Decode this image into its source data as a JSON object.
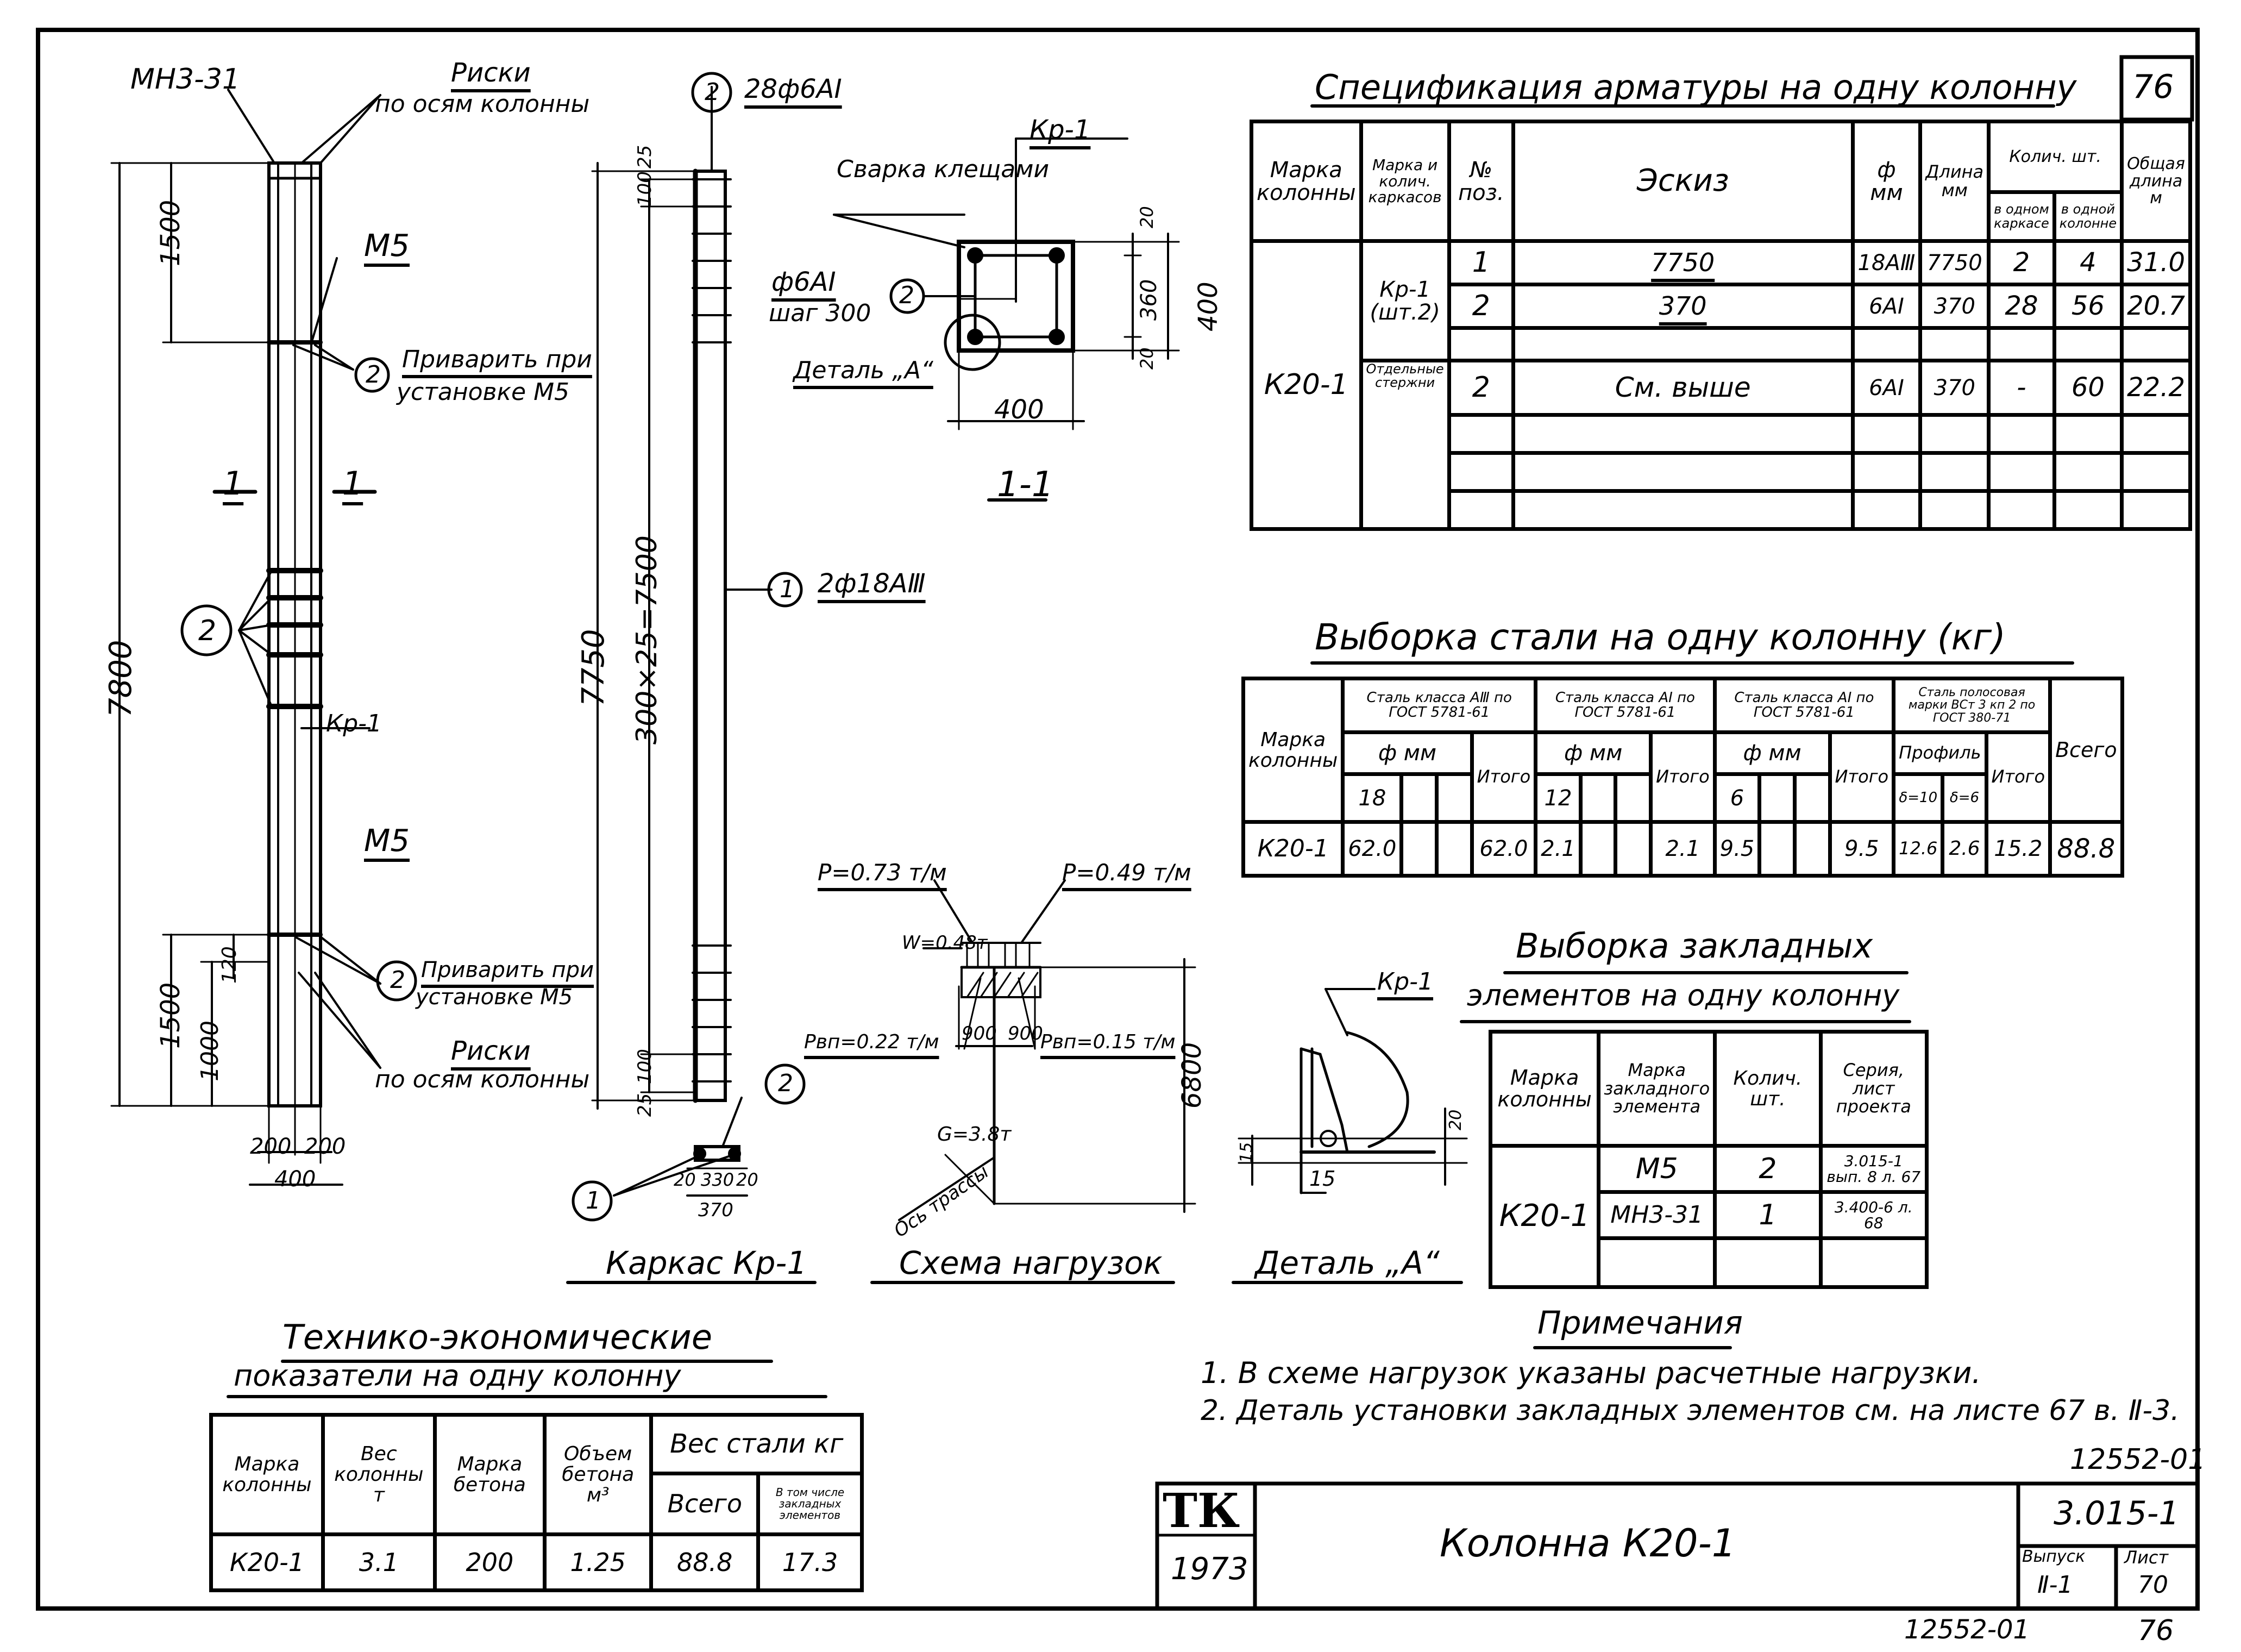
{
  "sheet": {
    "corner_number": "76",
    "bottom_code": "12552-01",
    "bottom_page": "76",
    "right_code": "12552-01"
  },
  "spec_table": {
    "title": "Спецификация арматуры на одну колонну",
    "headers": {
      "mark": "Марка колонны",
      "cage": "Марка и колич. каркасов",
      "pos": "№ поз.",
      "sketch": "Эскиз",
      "dia": "ф мм",
      "length": "Длина мм",
      "qty": "Колич. шт.",
      "qty_cage": "в одном каркасе",
      "qty_col": "в одной колонне",
      "total_len": "Общая длина м"
    },
    "column_mark": "К20-1",
    "cage_mark": "Кр-1 (шт.2)",
    "separate": "Отдельные стержни",
    "rows": [
      {
        "pos": "1",
        "sketch": "7750",
        "dia": "18АⅢ",
        "length": "7750",
        "q1": "2",
        "q2": "4",
        "total": "31.0"
      },
      {
        "pos": "2",
        "sketch": "370",
        "dia": "6АⅠ",
        "length": "370",
        "q1": "28",
        "q2": "56",
        "total": "20.7"
      },
      {
        "pos": "2",
        "sketch": "См. выше",
        "dia": "6АⅠ",
        "length": "370",
        "q1": "-",
        "q2": "60",
        "total": "22.2"
      }
    ]
  },
  "steel_table": {
    "title": "Выборка стали на одну колонну (кг)",
    "mark": "Марка колонны",
    "g1": "Сталь класса АⅢ по ГОСТ 5781-61",
    "g2": "Сталь класса АⅠ по ГОСТ 5781-61",
    "g3": "Сталь класса АⅠ по ГОСТ 5781-61",
    "g4": "Сталь полосовая марки ВСт 3 кп 2 по ГОСТ 380-71",
    "dia": "ф мм",
    "profile": "Профиль",
    "itogo": "Итого",
    "vsego": "Всего",
    "d1": "18",
    "d2": "12",
    "d3": "6",
    "p1": "δ=10",
    "p2": "δ=6",
    "row": {
      "mark": "К20-1",
      "v18": "62.0",
      "t1": "62.0",
      "v12": "2.1",
      "t2": "2.1",
      "v6": "9.5",
      "t3": "9.5",
      "p1": "12.6",
      "p2": "2.6",
      "t4": "15.2",
      "all": "88.8"
    }
  },
  "embed_table": {
    "title1": "Выборка закладных",
    "title2": "элементов на одну колонну",
    "h_mark": "Марка колонны",
    "h_el": "Марка закладного элемента",
    "h_qty": "Колич. шт.",
    "h_series": "Серия, лист проекта",
    "mark": "К20-1",
    "rows": [
      {
        "el": "М5",
        "qty": "2",
        "series": "3.015-1 вып. 8 л. 67"
      },
      {
        "el": "МН3-31",
        "qty": "1",
        "series": "3.400-6 л. 68"
      }
    ]
  },
  "tech_table": {
    "title1": "Технико-экономические",
    "title2": "показатели на одну колонну",
    "h": [
      "Марка колонны",
      "Вес колонны т",
      "Марка бетона",
      "Объем бетона м³",
      "Вес стали кг",
      "Всего",
      "В том числе закладных элементов"
    ],
    "row": [
      "К20-1",
      "3.1",
      "200",
      "1.25",
      "88.8",
      "17.3"
    ]
  },
  "notes": {
    "title": "Примечания",
    "items": [
      "1. В схеме нагрузок указаны расчетные нагрузки.",
      "2. Деталь установки закладных элементов см. на листе 67 в. Ⅱ-3."
    ]
  },
  "title_block": {
    "logo": "ТК",
    "year": "1973",
    "name": "Колонна К20-1",
    "series": "3.015-1",
    "issue_label": "Выпуск",
    "issue": "Ⅱ-1",
    "sheet_label": "Лист",
    "sheet": "70"
  },
  "drawing": {
    "col_labels": {
      "mn": "МН3-31",
      "marks_top": "Риски",
      "marks_top2": "по осям колонны",
      "m5_top": "М5",
      "weld1": "Приварить при",
      "weld1b": "установке М5",
      "sec1": "1",
      "sec2": "1",
      "h7800": "7800",
      "h1500t": "1500",
      "h1500b": "1500",
      "h1000": "1000",
      "h120": "120",
      "kp": "Кр-1",
      "m5_mid": "М5",
      "weld2": "Приварить при",
      "weld2b": "установке М5",
      "marks_bot": "Риски",
      "marks_bot2": "по осям колонны",
      "w200a": "200",
      "w200b": "200",
      "w400": "400",
      "callout": "2"
    },
    "cage": {
      "top": "28ф6АⅠ",
      "mid": "2ф18АⅢ",
      "h7750": "7750",
      "step": "300×25=7500",
      "d25t": "25",
      "d100t": "100",
      "d100b": "100",
      "d25b": "25",
      "c1": "2",
      "c2": "1",
      "c3": "2",
      "c4": "1",
      "d20a": "20",
      "d330": "330",
      "d20b": "20",
      "d370": "370",
      "caption": "Каркас Кр-1"
    },
    "section": {
      "weld": "Сварка клещами",
      "kp": "Кр-1",
      "bar": "ф6АⅠ",
      "step": "шаг 300",
      "detail": "Деталь „А“",
      "w400": "400",
      "h400": "400",
      "d20a": "20",
      "d360": "360",
      "d20b": "20",
      "callout": "2",
      "caption": "1-1"
    },
    "loads": {
      "p1": "P=0.73 т/м",
      "p2": "P=0.49 т/м",
      "w": "W=0.48т",
      "pvp1": "Pвп=0.22 т/м",
      "pvp2": "Pвп=0.15 т/м",
      "a1": "900",
      "a2": "900",
      "g": "G=3.8т",
      "axis": "Ось трассы",
      "h": "6800",
      "caption": "Схема нагрузок"
    },
    "detail": {
      "kp": "Кр-1",
      "d15": "15",
      "d15b": "15",
      "d20": "20",
      "caption": "Деталь „А“"
    }
  }
}
